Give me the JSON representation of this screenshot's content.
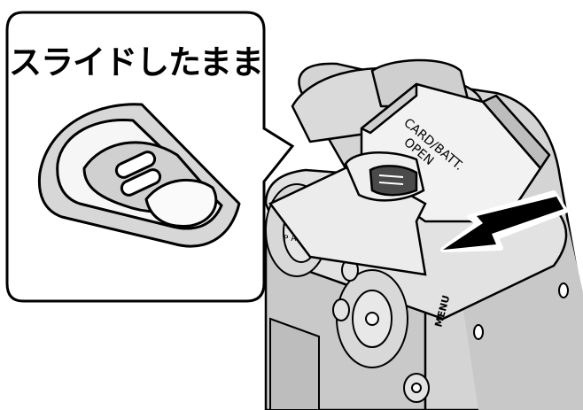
{
  "callout": {
    "title": "スライドしたまま"
  },
  "camera": {
    "door_label_line1": "CARD/BATT.",
    "door_label_line2": "OPEN",
    "menu_label": "MENU"
  },
  "icons": [
    "camera-body-illustration",
    "battery-card-door",
    "door-latch",
    "slide-direction-arrow",
    "zoomed-latch-detail"
  ]
}
